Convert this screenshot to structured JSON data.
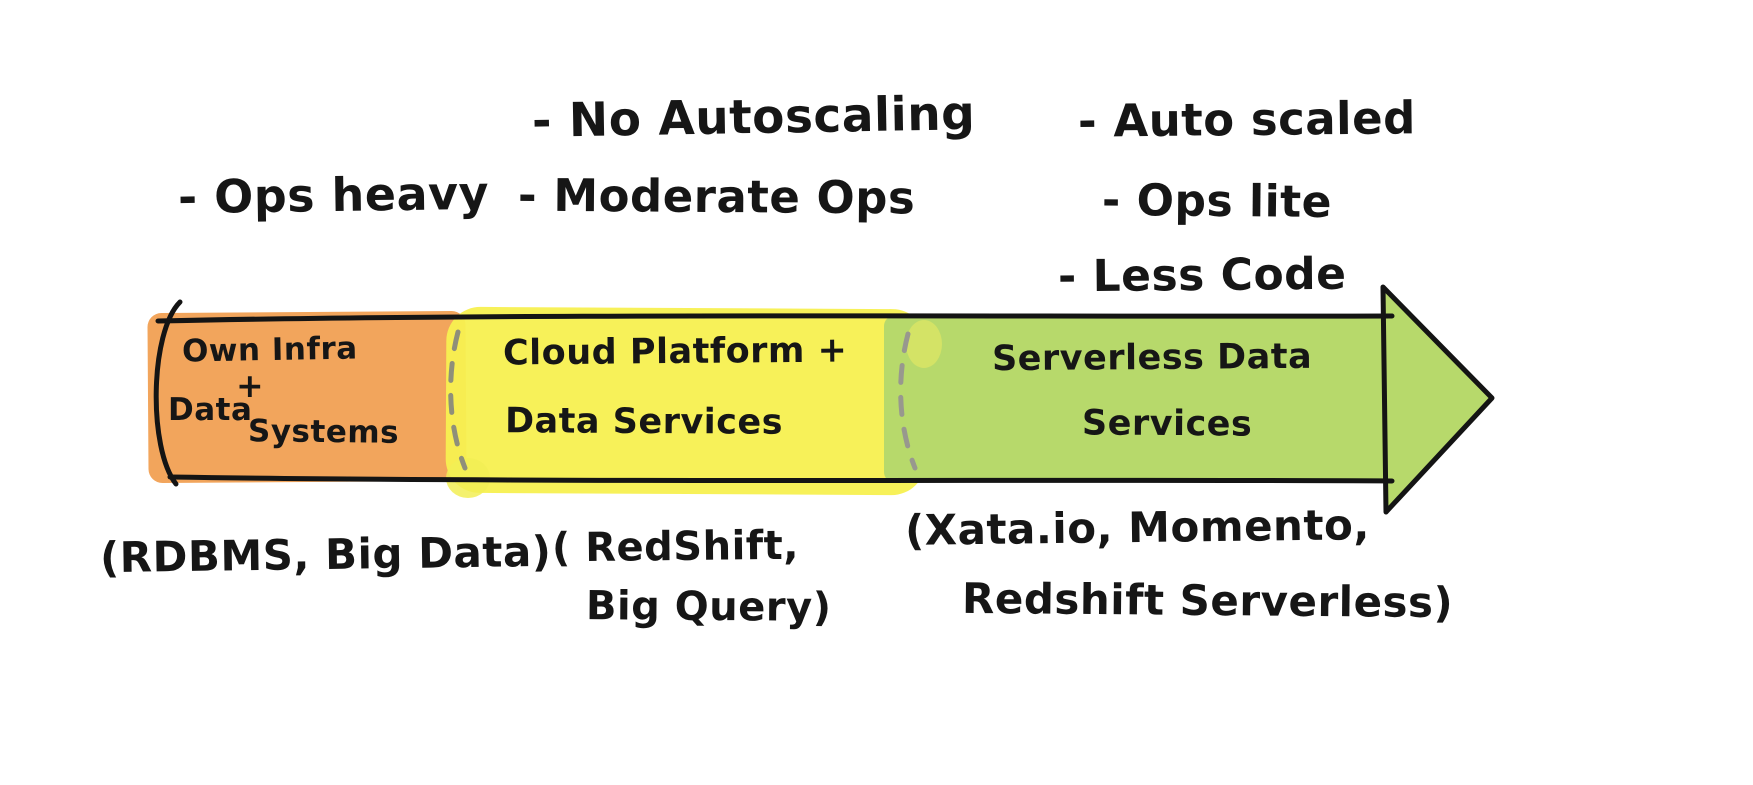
{
  "title": "Data infrastructure evolution spectrum (hand-drawn sketch)",
  "annotations": {
    "ops_heavy": "- Ops heavy",
    "no_autoscaling": "- No Autoscaling",
    "moderate_ops": "- Moderate Ops",
    "auto_scaled": "- Auto scaled",
    "ops_lite": "- Ops lite",
    "less_code": "- Less Code"
  },
  "arrow": {
    "direction": "left-to-right",
    "outline_color": "#141414",
    "segments": [
      {
        "name": "own-infra-data-systems",
        "highlight_color": "#F2A55C",
        "label_words": [
          "Own Infra",
          "+",
          "Data",
          "Systems"
        ],
        "examples_lines": [
          "(RDBMS, Big Data)"
        ]
      },
      {
        "name": "cloud-platform-data-services",
        "highlight_color": "#F7F050",
        "label_lines": [
          "Cloud Platform +",
          "Data Services"
        ],
        "examples_lines": [
          "( RedShift,",
          "Big Query)"
        ]
      },
      {
        "name": "serverless-data-services",
        "highlight_color": "#B7D96B",
        "label_lines": [
          "Serverless Data",
          "Services"
        ],
        "examples_lines": [
          "(Xata.io, Momento,",
          "Redshift Serverless)"
        ]
      }
    ]
  }
}
